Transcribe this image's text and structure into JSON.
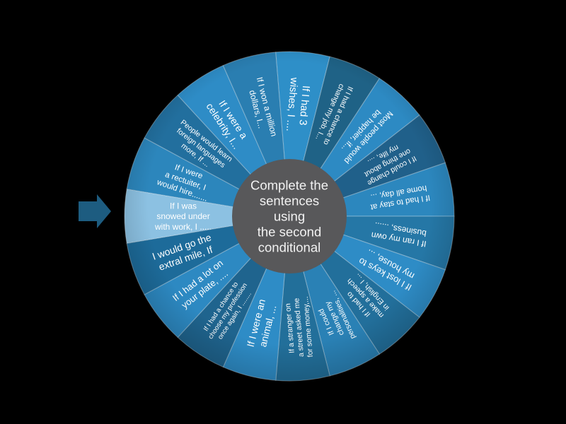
{
  "background": "#000000",
  "pointer": {
    "color": "#1D5C80"
  },
  "wheel": {
    "center_label": {
      "bg": "#58585A",
      "text_color": "#F2F2F2",
      "lines": [
        "Complete the",
        "sentences",
        "using",
        "the second",
        "conditional"
      ]
    },
    "segments": [
      {
        "label": "If I was snowed under with work, I .....",
        "lines": [
          "If I was",
          "snowed under",
          "with work, I ....."
        ],
        "color": "#8CC1E2",
        "font_size": 12,
        "radius": 150,
        "highlighted": true
      },
      {
        "label": "If I were a rectuiter, I would hire.......",
        "lines": [
          "If I were",
          "a rectuiter, I",
          "would hire......."
        ],
        "color": "#2C86BC",
        "font_size": 11.5,
        "radius": 155,
        "highlighted": false
      },
      {
        "label": "People would learn foreign languages more, If ...",
        "lines": [
          "People would learn",
          "foreign languages",
          "more, If ..."
        ],
        "color": "#226F9E",
        "font_size": 10.5,
        "radius": 158,
        "highlighted": false
      },
      {
        "label": "If I were a celebrity, I...",
        "lines": [
          "If I were a",
          "celebrity, I..."
        ],
        "color": "#2E8CC6",
        "font_size": 14,
        "radius": 158,
        "highlighted": false
      },
      {
        "label": "If I won a million dollars, I...",
        "lines": [
          "If I won a million",
          "dollars, I..."
        ],
        "color": "#2A7EB1",
        "font_size": 12,
        "radius": 158,
        "highlighted": false
      },
      {
        "label": "If I had 3 wishes, I ....",
        "lines": [
          "If I had 3",
          "wishes, I ...."
        ],
        "color": "#2E8FC8",
        "font_size": 14.5,
        "radius": 158,
        "highlighted": false
      },
      {
        "label": "If I had a chance to change my job, I...",
        "lines": [
          "If I had a chance to",
          "change my job, I..."
        ],
        "color": "#1F6286",
        "font_size": 10.5,
        "radius": 158,
        "highlighted": false
      },
      {
        "label": "Most people would be happier, if...",
        "lines": [
          "Most people would",
          "be happier, if..."
        ],
        "color": "#2D8AC3",
        "font_size": 11.5,
        "radius": 158,
        "highlighted": false
      },
      {
        "label": "If I could change one thing about my life, ....",
        "lines": [
          "If I could change",
          "one thing about",
          "my life, ...."
        ],
        "color": "#20608A",
        "font_size": 10.5,
        "radius": 158,
        "highlighted": false
      },
      {
        "label": "If I had to stay at home all day, ...",
        "lines": [
          "If I had to stay at",
          "home all day, ..."
        ],
        "color": "#2C87BE",
        "font_size": 11.5,
        "radius": 158,
        "highlighted": false
      },
      {
        "label": "If I ran my own business, ......",
        "lines": [
          "If I ran my own",
          "business, ......"
        ],
        "color": "#2577A6",
        "font_size": 12,
        "radius": 158,
        "highlighted": false
      },
      {
        "label": "If I lost keys to my house, ...",
        "lines": [
          "If I lost keys to",
          "my house, ..."
        ],
        "color": "#2E8CC6",
        "font_size": 13,
        "radius": 158,
        "highlighted": false
      },
      {
        "label": "If I had to make a speech in English, I ...",
        "lines": [
          "If I had to",
          "make a speech",
          "in English, I ..."
        ],
        "color": "#226F9B",
        "font_size": 10.5,
        "radius": 158,
        "highlighted": false
      },
      {
        "label": "If I could change my personalities, ...",
        "lines": [
          "If I could",
          "change my",
          "personalities, ..."
        ],
        "color": "#2A81B5",
        "font_size": 10.5,
        "radius": 158,
        "highlighted": false
      },
      {
        "label": "If a stranger on a street asked me for some money,...",
        "lines": [
          "If a stranger on",
          "a street asked me",
          "for some money,..."
        ],
        "color": "#226F9A",
        "font_size": 10.5,
        "radius": 158,
        "highlighted": false
      },
      {
        "label": "If I were an animal, ...",
        "lines": [
          "If I were an",
          "animal, ..."
        ],
        "color": "#2E8CC6",
        "font_size": 14,
        "radius": 158,
        "highlighted": false
      },
      {
        "label": "If I had a chance to choose my profession once again, I ........",
        "lines": [
          "If I had a chance to",
          "choose my profession",
          "once again, I ........"
        ],
        "color": "#1F648E",
        "font_size": 9.5,
        "radius": 160,
        "highlighted": false
      },
      {
        "label": "If I had a lot on your plate, ....",
        "lines": [
          "If I had a lot on",
          "your plate, ...."
        ],
        "color": "#2D89C2",
        "font_size": 13,
        "radius": 158,
        "highlighted": false
      },
      {
        "label": "I would go the extral mile, If",
        "lines": [
          "I would go the",
          "extral mile, If"
        ],
        "color": "#1D6B9A",
        "font_size": 14,
        "radius": 158,
        "highlighted": false
      }
    ]
  }
}
